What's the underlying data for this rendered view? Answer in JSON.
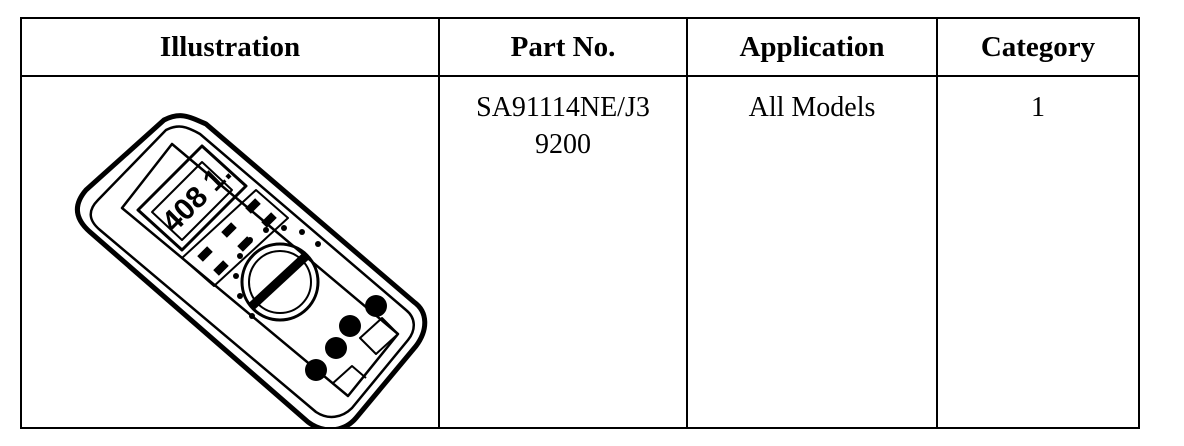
{
  "table": {
    "headers": {
      "illustration": "Illustration",
      "part_no": "Part No.",
      "application": "Application",
      "category": "Category"
    },
    "rows": [
      {
        "illustration": "digital-multimeter",
        "part_no_lines": [
          "SA91114NE/J3",
          "9200"
        ],
        "application": "All Models",
        "category": "1"
      }
    ]
  }
}
